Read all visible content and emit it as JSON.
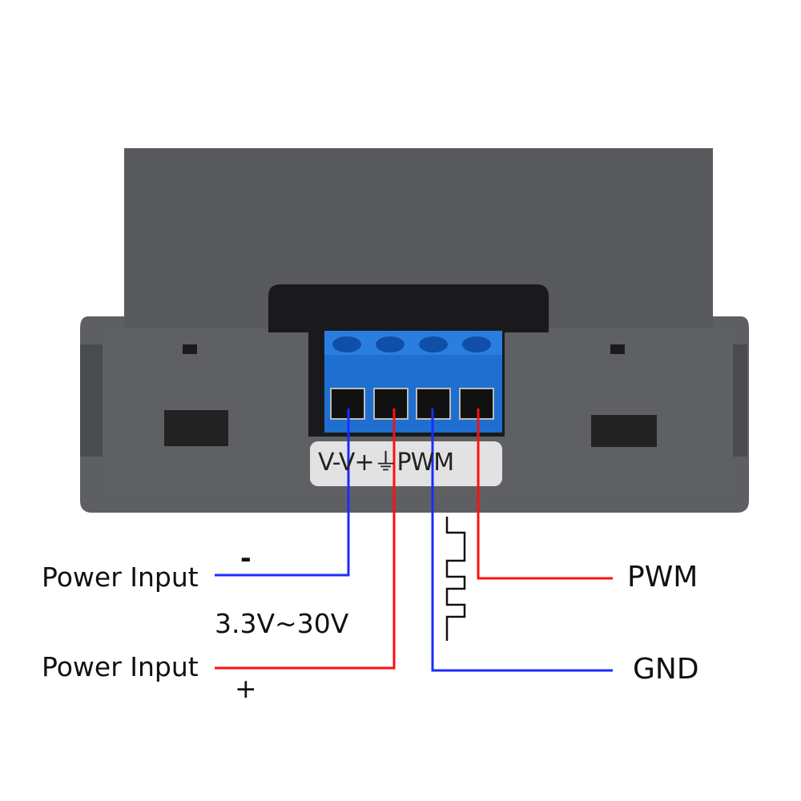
{
  "device": {
    "terminal_label": "V-V+⏚PWM",
    "terminal_count": 4,
    "colors": {
      "case": "#5b5c5f",
      "terminal_block": "#1e6fd0",
      "label_plate": "#e2e2e2"
    }
  },
  "wiring": {
    "power_minus": {
      "label": "Power Input",
      "polarity": "-",
      "wire_color": "#1a2cff"
    },
    "voltage_range": "3.3V~30V",
    "power_plus": {
      "label": "Power Input",
      "polarity": "+",
      "wire_color": "#ff1010"
    },
    "pwm": {
      "label": "PWM",
      "wire_color": "#ff1010"
    },
    "gnd": {
      "label": "GND",
      "wire_color": "#1a2cff"
    },
    "signal_icon": "square-wave-icon"
  }
}
